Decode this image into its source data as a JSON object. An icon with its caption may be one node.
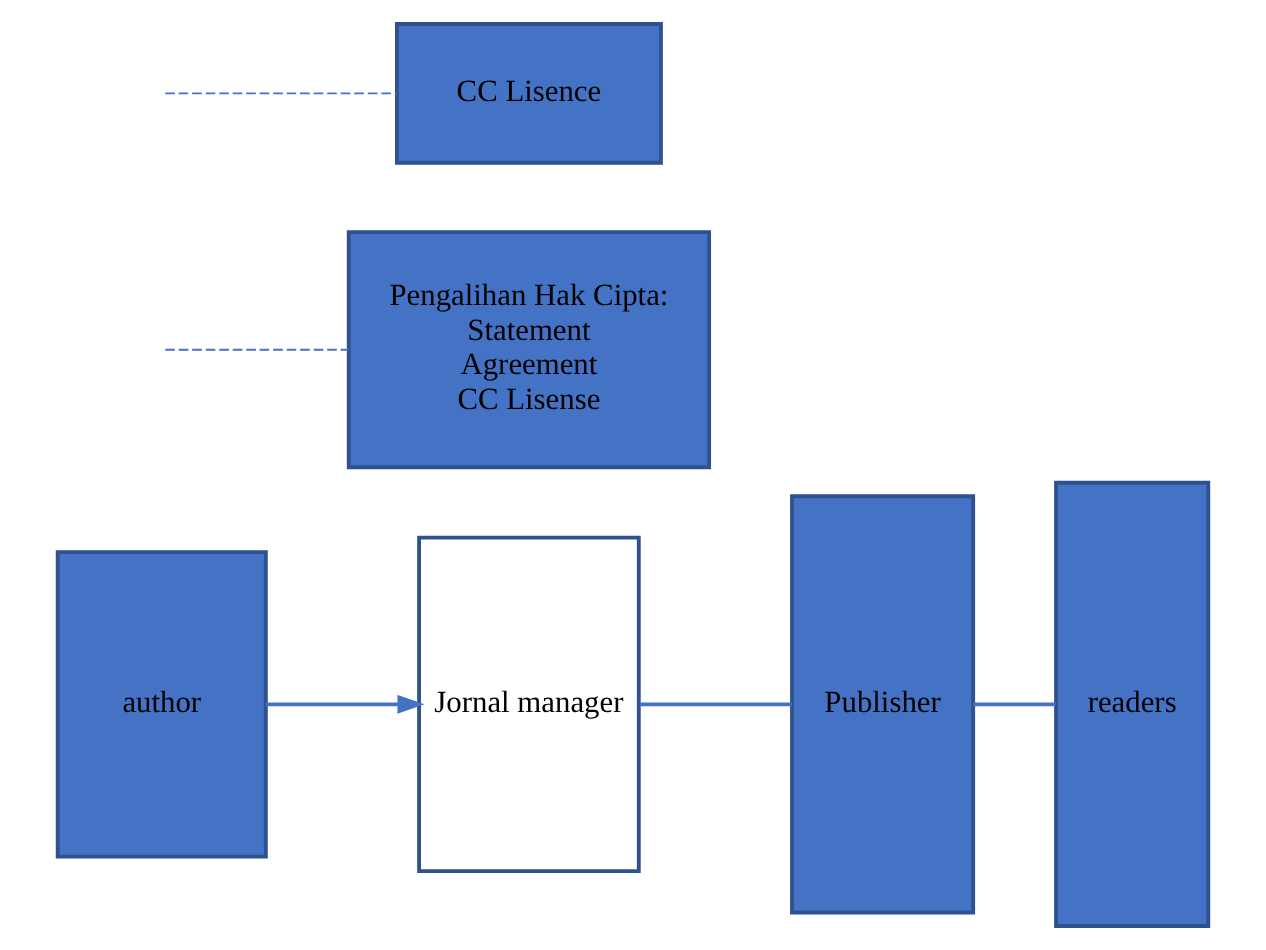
{
  "diagram": {
    "nodes": [
      {
        "text": [
          "author"
        ]
      },
      {
        "text": [
          "Jornal manager"
        ]
      },
      {
        "text": [
          "Publisher"
        ]
      },
      {
        "text": [
          "readers"
        ]
      },
      {
        "text": [
          "Pengalihan Hak Cipta:",
          "Statement",
          "Agreement",
          "CC Lisense"
        ]
      },
      {
        "text": [
          "CC Lisence"
        ]
      }
    ],
    "edges": [
      {
        "from": 0,
        "to": 1,
        "arrow": "to"
      },
      {
        "from": 1,
        "to": 2,
        "arrow": "none"
      },
      {
        "from": 2,
        "to": 3,
        "arrow": "none"
      },
      {
        "from": null,
        "to": 4,
        "arrow": "none",
        "style": "dashed"
      },
      {
        "from": null,
        "to": 5,
        "arrow": "none",
        "style": "dashed"
      }
    ]
  }
}
